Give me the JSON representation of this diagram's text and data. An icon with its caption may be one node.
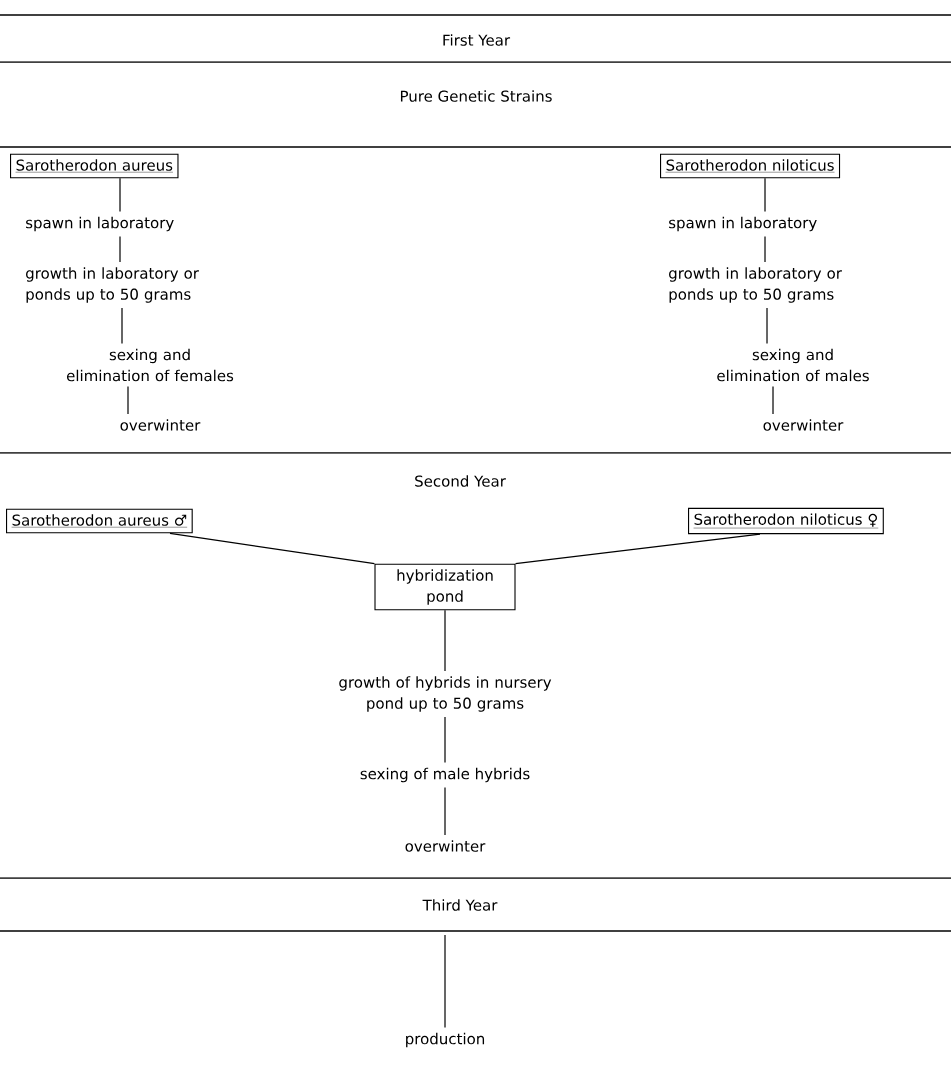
{
  "diagram": {
    "nodes": [
      {
        "text": [
          "Sarotherodon aureus"
        ]
      },
      {
        "text": [
          "spawn in laboratory"
        ]
      },
      {
        "text": [
          "growth in laboratory or ponds up to 50 grams"
        ]
      },
      {
        "text": [
          "sexing and elimination of females"
        ]
      },
      {
        "text": [
          "overwinter"
        ]
      },
      {
        "text": [
          "Sarotherodon niloticus"
        ]
      },
      {
        "text": [
          "spawn in laboratory"
        ]
      },
      {
        "text": [
          "growth in laboratory or ponds up to 50 grams"
        ]
      },
      {
        "text": [
          "sexing and elimination of males"
        ]
      },
      {
        "text": [
          "overwinter"
        ]
      },
      {
        "text": [
          "Sarotherodon aureus ♂"
        ]
      },
      {
        "text": [
          "Sarotherodon niloticus ♀"
        ]
      },
      {
        "text": [
          "hybridization pond"
        ]
      },
      {
        "text": [
          "growth of hybrids in nursery pond up to 50 grams"
        ]
      },
      {
        "text": [
          "sexing of male hybrids"
        ]
      },
      {
        "text": [
          "overwinter"
        ]
      },
      {
        "text": [
          "production"
        ]
      }
    ],
    "edges": [
      {
        "from": 0,
        "to": 1,
        "arrow": "none"
      },
      {
        "from": 1,
        "to": 2,
        "arrow": "none"
      },
      {
        "from": 2,
        "to": 3,
        "arrow": "none"
      },
      {
        "from": 3,
        "to": 4,
        "arrow": "none"
      },
      {
        "from": 5,
        "to": 6,
        "arrow": "none"
      },
      {
        "from": 6,
        "to": 7,
        "arrow": "none"
      },
      {
        "from": 7,
        "to": 8,
        "arrow": "none"
      },
      {
        "from": 8,
        "to": 9,
        "arrow": "none"
      },
      {
        "from": 10,
        "to": 12,
        "arrow": "none"
      },
      {
        "from": 11,
        "to": 12,
        "arrow": "none"
      },
      {
        "from": 12,
        "to": 13,
        "arrow": "none"
      },
      {
        "from": 13,
        "to": 14,
        "arrow": "none"
      },
      {
        "from": 14,
        "to": 15,
        "arrow": "none"
      },
      {
        "from": null,
        "to": 16,
        "arrow": "none"
      }
    ],
    "labels": [
      "First Year",
      "Pure Genetic Strains",
      "Second Year",
      "Third Year"
    ]
  }
}
